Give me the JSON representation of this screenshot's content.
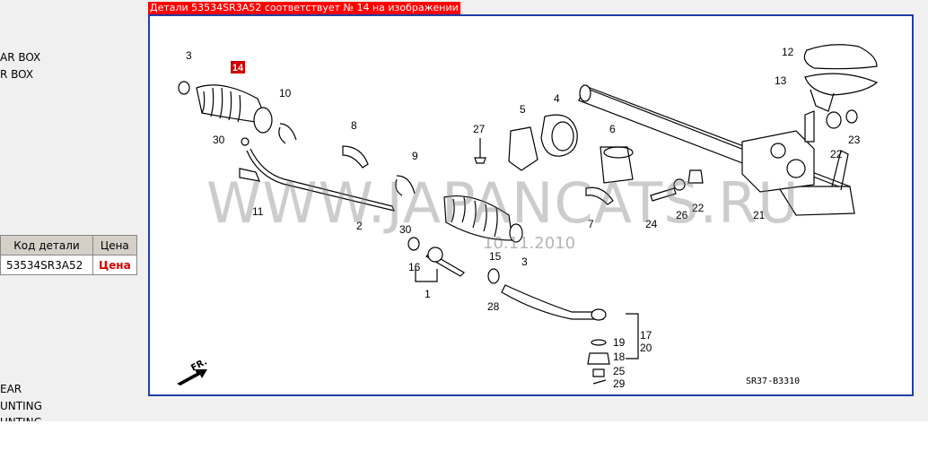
{
  "banner": "Детали 53534SR3A52 соответствует № 14 на изображении",
  "left_labels": [
    "AR BOX",
    "R BOX",
    "EAR",
    "UNTING",
    "UNTING"
  ],
  "table": {
    "headers": [
      "Код детали",
      "Цена"
    ],
    "rows": [
      [
        "53534SR3A52",
        "Цена"
      ]
    ]
  },
  "diagram": {
    "watermark": "WWW.JAPANCATS.RU",
    "date": "10.11.2010",
    "code": "SR37-B3310",
    "direction": "FR.",
    "highlight": "14",
    "callouts": [
      "3",
      "10",
      "30",
      "11",
      "8",
      "2",
      "9",
      "30",
      "16",
      "1",
      "27",
      "5",
      "15",
      "3",
      "4",
      "28",
      "6",
      "7",
      "24",
      "26",
      "22",
      "21",
      "12",
      "13",
      "22",
      "23",
      "17",
      "20",
      "19",
      "18",
      "25",
      "29"
    ]
  }
}
